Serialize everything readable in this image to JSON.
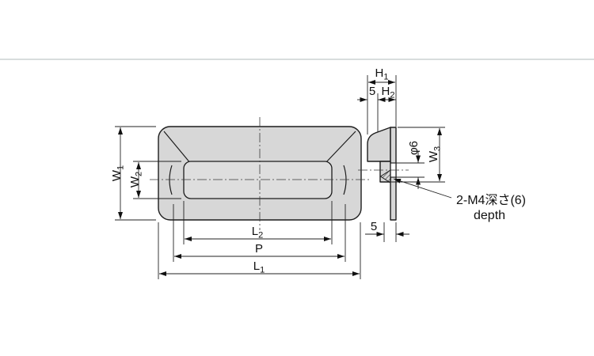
{
  "colors": {
    "line": "#1c1c1c",
    "body_fill": "#d7d7d7",
    "recess_fill": "#dedede",
    "frame_line": "#ccd2d2",
    "background": "#ffffff"
  },
  "front_view": {
    "w1": {
      "base": "W",
      "sub": "1"
    },
    "w2": {
      "base": "W",
      "sub": "2"
    },
    "l2": {
      "base": "L",
      "sub": "2"
    },
    "p": "P",
    "l1": {
      "base": "L",
      "sub": "1"
    }
  },
  "side_view": {
    "h1": {
      "base": "H",
      "sub": "1"
    },
    "top_offset": "5",
    "h2": {
      "base": "H",
      "sub": "2"
    },
    "phi_hole": "φ6",
    "w3": {
      "base": "W",
      "sub": "3"
    },
    "bottom_offset": "5",
    "thread_note": {
      "line1": "2-M4深さ(6)",
      "line2": "depth"
    }
  }
}
